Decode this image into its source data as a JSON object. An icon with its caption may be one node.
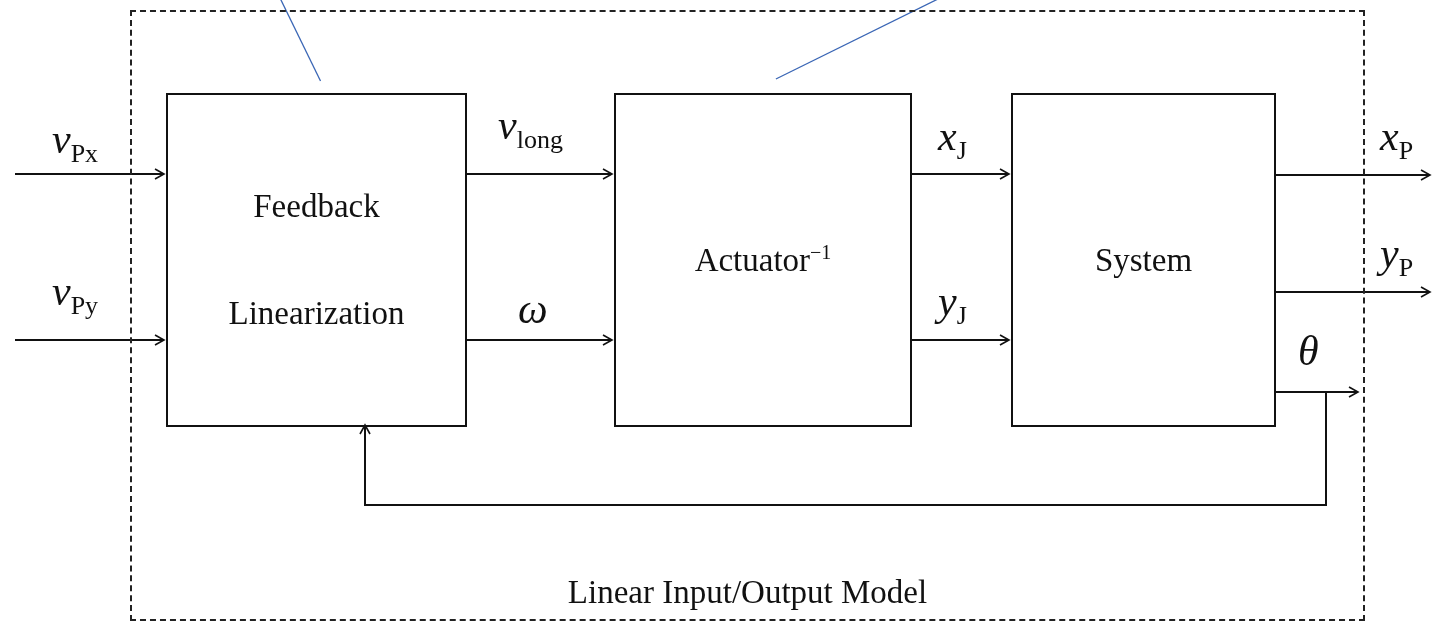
{
  "diagram": {
    "nodes": [
      {
        "text": [
          "Linear Input/Output Model"
        ]
      },
      {
        "text": [
          "Feedback Linearization"
        ],
        "in": 0
      },
      {
        "text": [
          "Actuator$^{−1}$"
        ],
        "in": 0
      },
      {
        "text": [
          "System"
        ],
        "in": 0
      }
    ],
    "edges": [
      {
        "from": null,
        "to": 1,
        "arrow": "to",
        "label": "v$_{Px}$"
      },
      {
        "from": null,
        "to": 1,
        "arrow": "to",
        "label": "v$_{Py}$"
      },
      {
        "from": 1,
        "to": 2,
        "arrow": "to",
        "label": "v$_{long}$"
      },
      {
        "from": 1,
        "to": 2,
        "arrow": "to",
        "label": "ω"
      },
      {
        "from": 2,
        "to": 3,
        "arrow": "to",
        "label": "x$_{J}$"
      },
      {
        "from": 2,
        "to": 3,
        "arrow": "to",
        "label": "y$_{J}$"
      },
      {
        "from": 3,
        "to": null,
        "arrow": "to",
        "label": "x$_{P}$"
      },
      {
        "from": 3,
        "to": null,
        "arrow": "to",
        "label": "y$_{P}$"
      },
      {
        "from": 3,
        "to": null,
        "arrow": "to",
        "label": "θ"
      },
      {
        "from": 3,
        "to": 1,
        "arrow": "to"
      },
      {
        "from": null,
        "to": 1,
        "arrow": "none",
        "color": "#3a66b5"
      },
      {
        "from": null,
        "to": 2,
        "arrow": "none",
        "color": "#3a66b5"
      }
    ]
  }
}
